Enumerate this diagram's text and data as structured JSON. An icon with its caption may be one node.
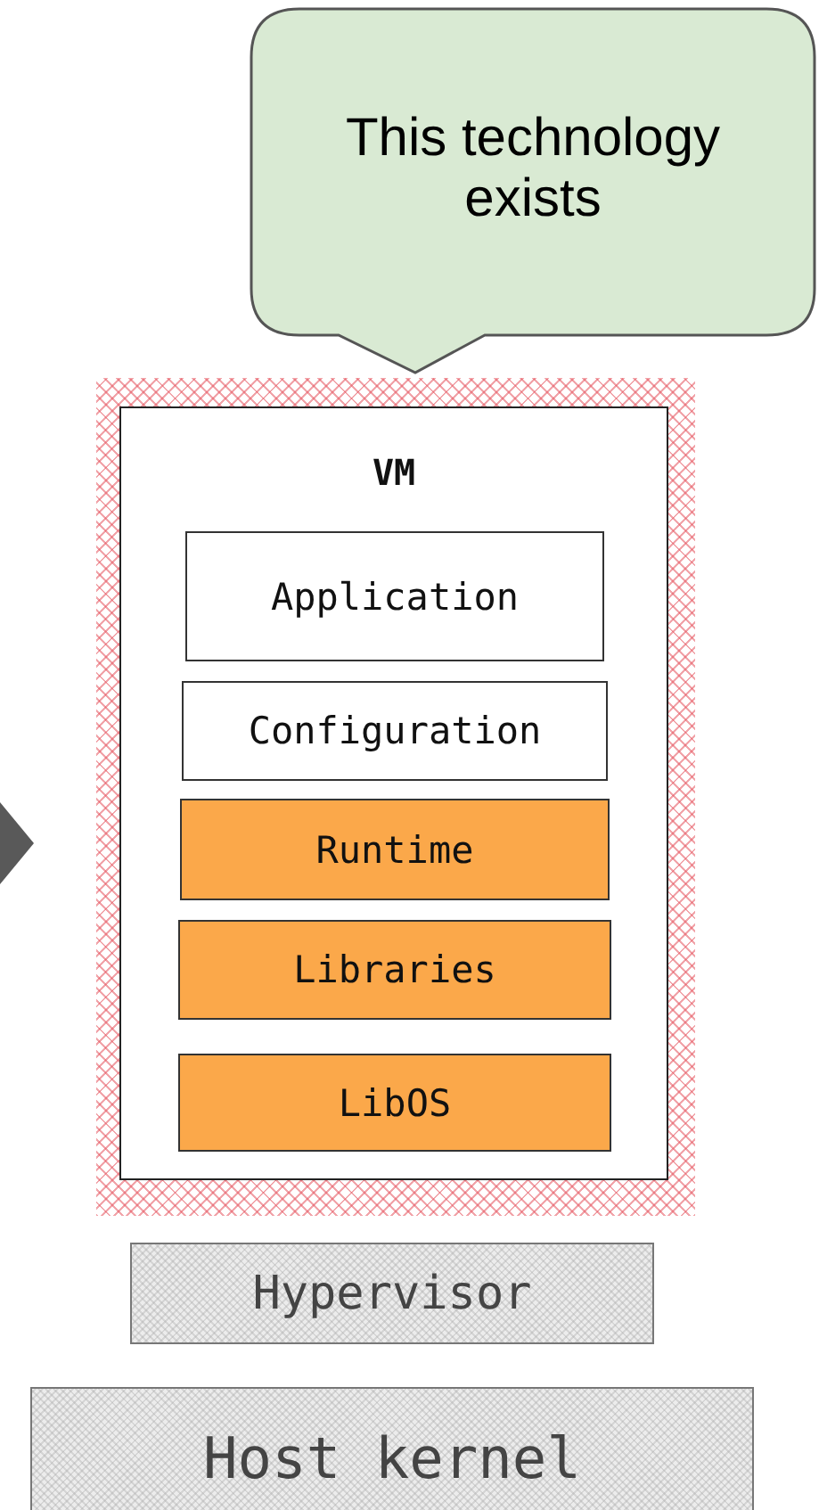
{
  "diagram": {
    "nodes": [
      {
        "text": [
          "This technology exists"
        ]
      },
      {
        "text": [
          "VM"
        ]
      },
      {
        "text": [
          "Application"
        ],
        "in": 1
      },
      {
        "text": [
          "Configuration"
        ],
        "in": 1
      },
      {
        "text": [
          "Runtime"
        ],
        "in": 1
      },
      {
        "text": [
          "Libraries"
        ],
        "in": 1
      },
      {
        "text": [
          "LibOS"
        ],
        "in": 1
      },
      {
        "text": [
          "Hypervisor"
        ]
      },
      {
        "text": [
          "Host kernel"
        ]
      }
    ]
  }
}
